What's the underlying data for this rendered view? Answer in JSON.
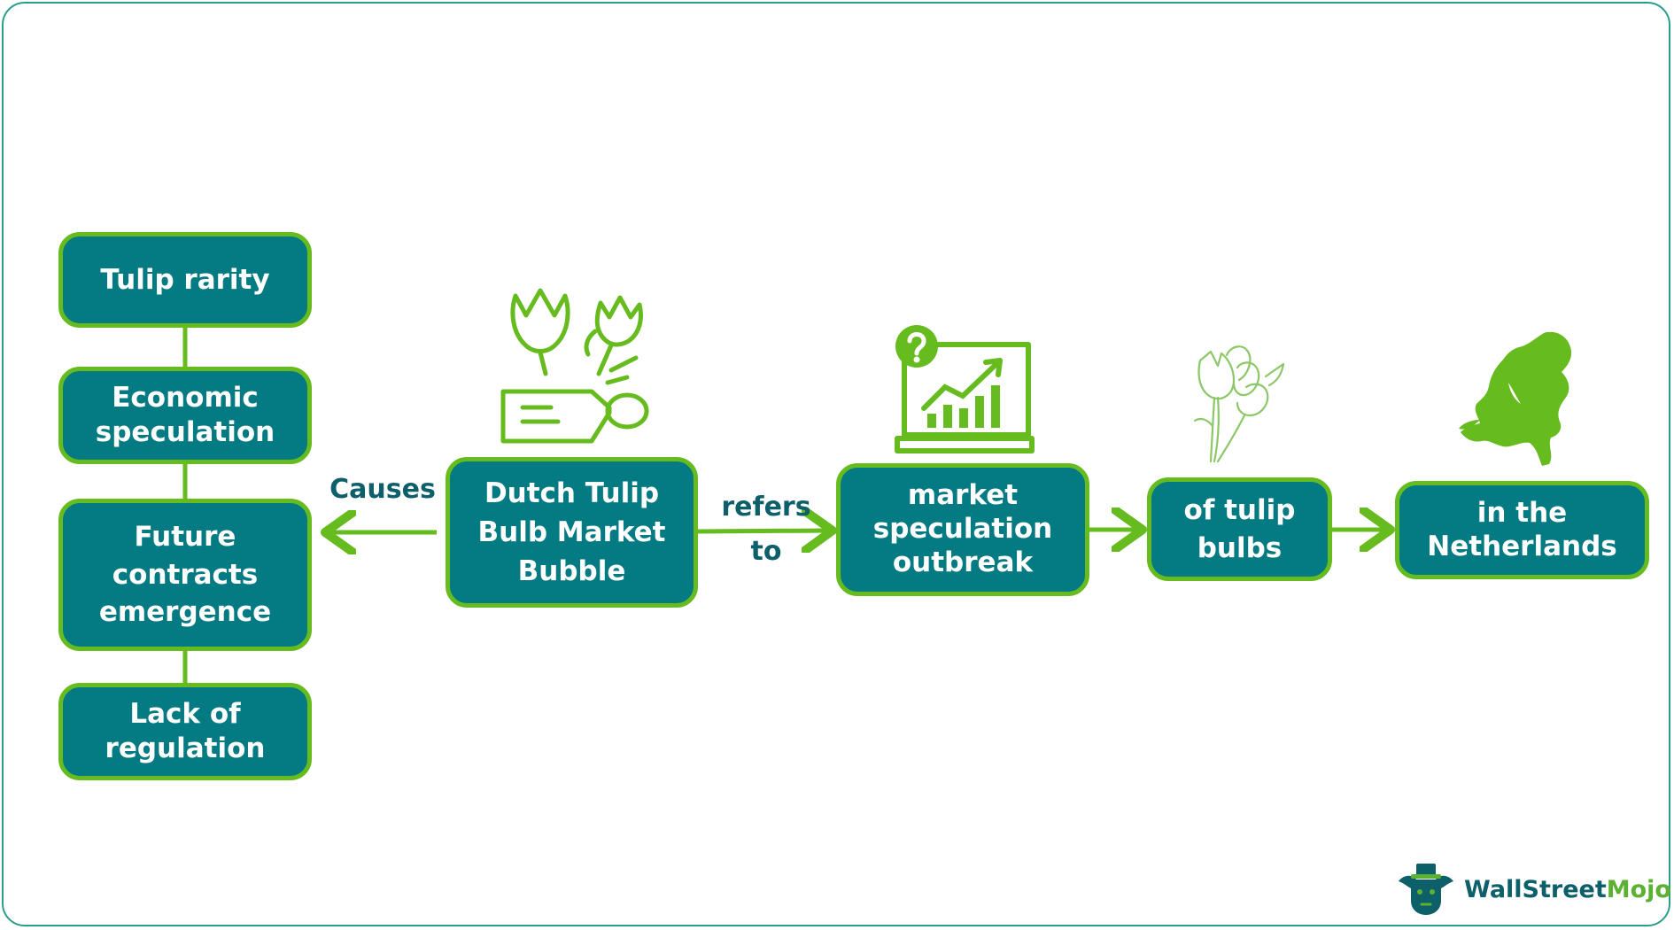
{
  "colors": {
    "box_fill": "#047a82",
    "box_border": "#66bb1f",
    "arrow": "#66bb1f",
    "icon": "#66bb1f",
    "label_text": "#0d5f6a"
  },
  "nodes": {
    "tulip_rarity": "Tulip rarity",
    "economic_speculation": [
      "Economic",
      "speculation"
    ],
    "future_contracts": [
      "Future",
      "contracts",
      "emergence"
    ],
    "lack_of_regulation": [
      "Lack of",
      "regulation"
    ],
    "dutch_tulip": [
      "Dutch Tulip",
      "Bulb Market",
      "Bubble"
    ],
    "market_speculation": [
      "market",
      "speculation",
      "outbreak"
    ],
    "tulip_bulbs": [
      "of tulip",
      "bulbs"
    ],
    "netherlands": [
      "in the",
      "Netherlands"
    ]
  },
  "edges": {
    "causes": "Causes",
    "refers_to": [
      "refers",
      "to"
    ]
  },
  "icons": {
    "tulip_price_tag": "tulip-price-tag-icon",
    "laptop_chart": "laptop-chart-question-icon",
    "tulip_bouquet": "tulip-bouquet-icon",
    "netherlands_map": "netherlands-map-icon"
  },
  "brand": {
    "part1": "WallStreet",
    "part2": "Mojo",
    "icon": "bull-mascot-icon"
  }
}
